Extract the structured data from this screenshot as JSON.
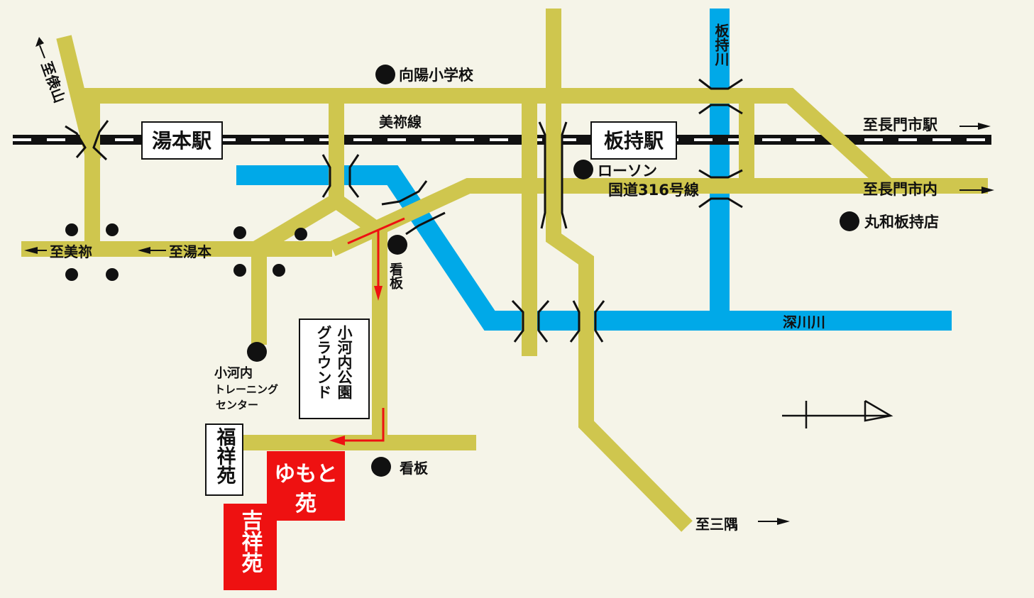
{
  "colors": {
    "background": "#f5f4e8",
    "road": "#cfc64e",
    "river": "#00a9e8",
    "railway": "#111111",
    "accent_red": "#ee1111"
  },
  "railway": {
    "name": "美祢線"
  },
  "stations": [
    {
      "name": "湯本駅"
    },
    {
      "name": "板持駅"
    }
  ],
  "directions": {
    "tawarayama": "至俵山",
    "nagato_station": "至長門市駅",
    "nagato_city": "至長門市内",
    "mine": "至美祢",
    "yumoto": "至湯本",
    "misumi": "至三隅"
  },
  "roads": {
    "national_route": "国道316号線"
  },
  "rivers": {
    "itamochi": "板持川",
    "fukawa": "深川川"
  },
  "landmarks": {
    "school": "向陽小学校",
    "lawson": "ローソン",
    "maruwa": "丸和板持店",
    "sign1": "看板",
    "sign2": "看板",
    "training_center": [
      "小河内",
      "トレーニング",
      "センター"
    ],
    "park": [
      "小河内公園",
      "グラウンド"
    ],
    "fukushoen": "福祥苑"
  },
  "facilities": {
    "yumotoen": [
      "ゆもと",
      "苑"
    ],
    "kisshoen": "吉祥苑"
  }
}
